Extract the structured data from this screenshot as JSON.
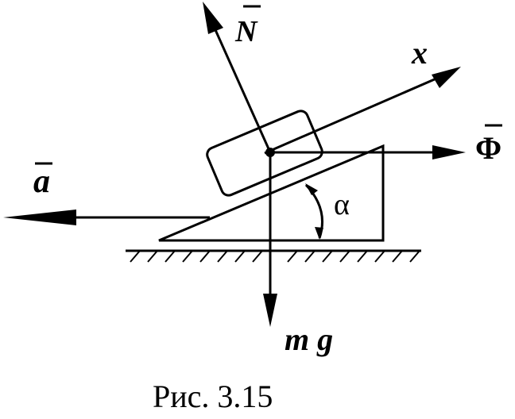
{
  "labels": {
    "normal_force": "N",
    "x_axis": "x",
    "inertial_force": "Φ",
    "acceleration": "a",
    "angle": "α",
    "weight": "m g"
  },
  "caption": "Рис. 3.15",
  "colors": {
    "ink": "#000000",
    "background": "#ffffff"
  }
}
